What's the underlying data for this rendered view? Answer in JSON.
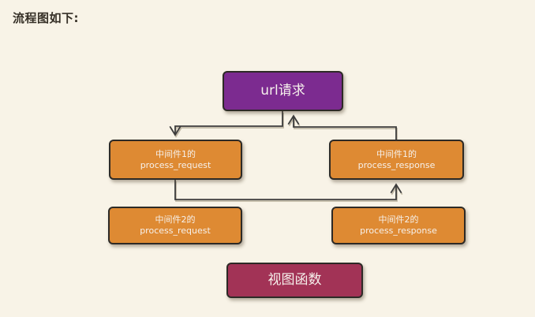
{
  "page": {
    "title": "流程图如下:",
    "background_color": "#f8f3e7"
  },
  "flowchart": {
    "nodes": {
      "url_request": {
        "label": "url请求",
        "color": "#7c2b90"
      },
      "mw1_request": {
        "line1": "中间件1的",
        "line2": "process_request",
        "color": "#de8a33"
      },
      "mw1_response": {
        "line1": "中间件1的",
        "line2": "process_response",
        "color": "#de8a33"
      },
      "mw2_request": {
        "line1": "中间件2的",
        "line2": "process_request",
        "color": "#de8a33"
      },
      "mw2_response": {
        "line1": "中间件2的",
        "line2": "process_response",
        "color": "#de8a33"
      },
      "view_function": {
        "label": "视图函数",
        "color": "#a23356"
      }
    },
    "edges": [
      {
        "from": "url请求",
        "to": "中间件1的 process_request"
      },
      {
        "from": "中间件1的 process_request",
        "to": "中间件1的 process_response"
      },
      {
        "from": "中间件1的 process_response",
        "to": "url请求"
      }
    ],
    "line_color": "#3c3c3c",
    "border_color": "#2d2a26"
  }
}
